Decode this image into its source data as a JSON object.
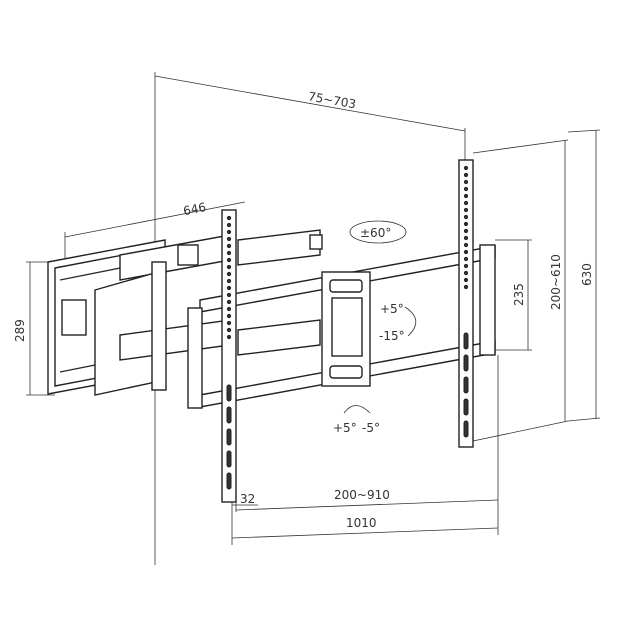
{
  "diagram": {
    "dimensions": {
      "depth_range": "75~703",
      "arm_span": "646",
      "wall_plate_height": "289",
      "vesa_min_vertical": "235",
      "vesa_vertical_range": "200~610",
      "bracket_height": "630",
      "bracket_offset": "32",
      "vesa_horizontal_range": "200~910",
      "total_width": "1010"
    },
    "motions": {
      "swivel": "±60°",
      "tilt_up": "+5°",
      "tilt_down": "-15°",
      "rotate_plus": "+5°",
      "rotate_minus": "-5°"
    }
  }
}
